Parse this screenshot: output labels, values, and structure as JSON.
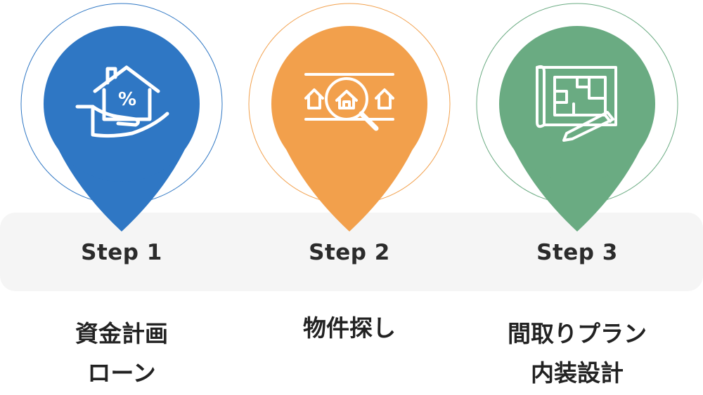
{
  "steps": [
    {
      "label": "Step 1",
      "lines": [
        "資金計画",
        "ローン"
      ],
      "color": "#2f77c4",
      "icon": "house-hand-percent-icon",
      "icon_text": "%"
    },
    {
      "label": "Step 2",
      "lines": [
        "物件探し"
      ],
      "color": "#f2a04c",
      "icon": "magnifier-house-icon"
    },
    {
      "label": "Step 3",
      "lines": [
        "間取りプラン",
        "内装設計"
      ],
      "color": "#6aab82",
      "icon": "floor-plan-pencil-icon"
    }
  ],
  "colors": {
    "band": "#f5f5f5",
    "text": "#222222"
  }
}
